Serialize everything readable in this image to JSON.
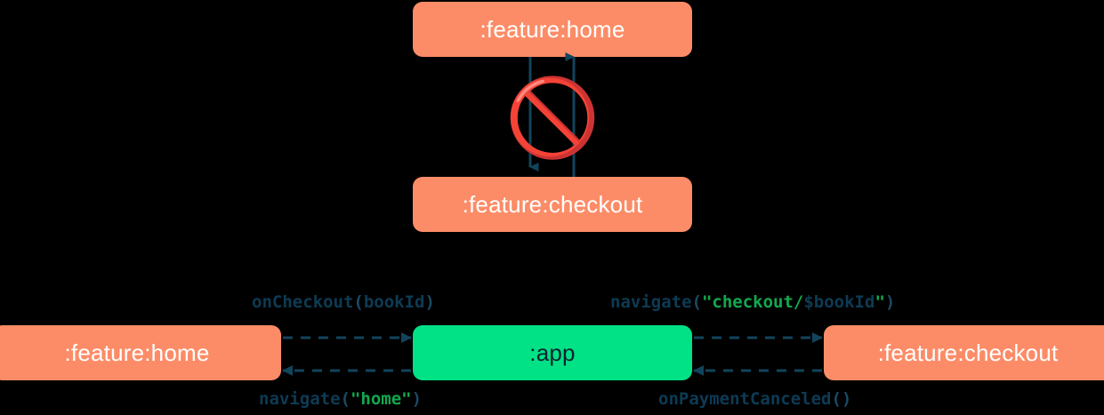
{
  "diagram": {
    "background": "#000000",
    "colors": {
      "module_salmon": "#fc8c67",
      "module_green": "#00e285",
      "arrow": "#12445c",
      "label_text": "#0d3b54",
      "string_literal": "#12a84f",
      "forbidden": "#ff0000",
      "salmon_text": "#ffffff",
      "green_text": "#0d2330"
    },
    "top": {
      "nodes": [
        {
          "id": "home-top",
          "label": ":feature:home",
          "style": "salmon"
        },
        {
          "id": "checkout-top",
          "label": ":feature:checkout",
          "style": "salmon"
        }
      ],
      "edges": [
        {
          "from": "home-top",
          "to": "checkout-top",
          "direction": "down",
          "style": "solid"
        },
        {
          "from": "checkout-top",
          "to": "home-top",
          "direction": "up",
          "style": "solid"
        }
      ],
      "overlay_icon": {
        "name": "forbidden-icon",
        "glyph": "🚫"
      }
    },
    "bottom": {
      "nodes": [
        {
          "id": "home-bot",
          "label": ":feature:home",
          "style": "salmon"
        },
        {
          "id": "app",
          "label": ":app",
          "style": "green"
        },
        {
          "id": "checkout-bot",
          "label": ":feature:checkout",
          "style": "salmon"
        }
      ],
      "edges": [
        {
          "id": "onCheckout",
          "from": "home-bot",
          "to": "app",
          "direction": "right",
          "style": "dashed",
          "label_tokens": [
            {
              "text": "onCheckout",
              "type": "ident"
            },
            {
              "text": "(",
              "type": "paren"
            },
            {
              "text": "bookId",
              "type": "ident"
            },
            {
              "text": ")",
              "type": "paren"
            }
          ],
          "label_plain": "onCheckout(bookId)"
        },
        {
          "id": "navigateCheckout",
          "from": "app",
          "to": "checkout-bot",
          "direction": "right",
          "style": "dashed",
          "label_tokens": [
            {
              "text": "navigate",
              "type": "ident"
            },
            {
              "text": "(",
              "type": "paren"
            },
            {
              "text": "\"checkout/",
              "type": "string"
            },
            {
              "text": "$bookId",
              "type": "ident"
            },
            {
              "text": "\"",
              "type": "string"
            },
            {
              "text": ")",
              "type": "paren"
            }
          ],
          "label_plain": "navigate(\"checkout/$bookId\")"
        },
        {
          "id": "navigateHome",
          "from": "app",
          "to": "home-bot",
          "direction": "left",
          "style": "dashed",
          "label_tokens": [
            {
              "text": "navigate",
              "type": "ident"
            },
            {
              "text": "(",
              "type": "paren"
            },
            {
              "text": "\"home\"",
              "type": "string"
            },
            {
              "text": ")",
              "type": "paren"
            }
          ],
          "label_plain": "navigate(\"home\")"
        },
        {
          "id": "onPaymentCanceled",
          "from": "checkout-bot",
          "to": "app",
          "direction": "left",
          "style": "dashed",
          "label_tokens": [
            {
              "text": "onPaymentCanceled",
              "type": "ident"
            },
            {
              "text": "()",
              "type": "paren"
            }
          ],
          "label_plain": "onPaymentCanceled()"
        }
      ]
    }
  }
}
